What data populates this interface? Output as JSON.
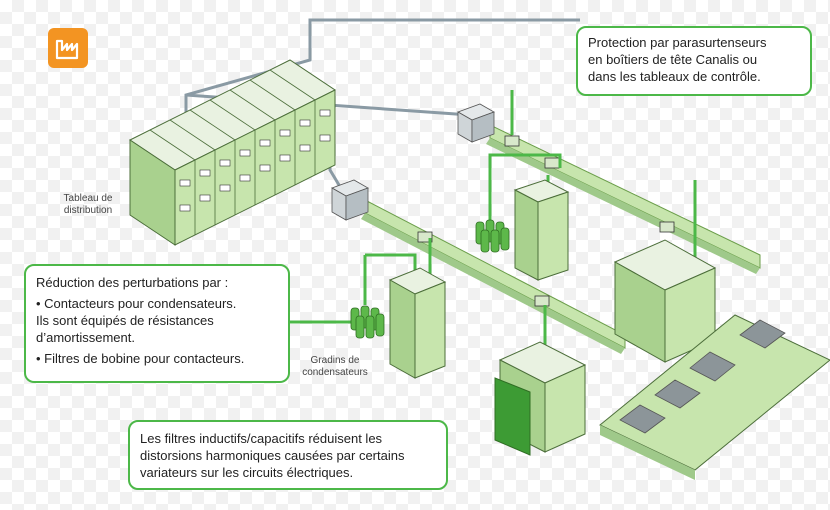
{
  "colors": {
    "accent_green": "#4cb848",
    "panel_green": "#c7e5ad",
    "factory_orange": "#f39422",
    "duct_gray": "#8a9aa4"
  },
  "icon": "factory-icon",
  "labels": {
    "distribution_board": "Tableau de\ndistribution",
    "capacitor_banks": "Gradins de\ncondensateurs"
  },
  "callouts": {
    "protection": [
      "Protection par parasurtenseurs",
      "en boîtiers de tête Canalis ou",
      "dans les tableaux de contrôle."
    ],
    "reduction": [
      "Réduction des perturbations par :",
      "• Contacteurs pour condensateurs.",
      "Ils sont équipés de résistances",
      "d’amortissement.",
      "• Filtres de bobine pour contacteurs."
    ],
    "filters": [
      "Les filtres inductifs/capacitifs réduisent les",
      "distorsions harmoniques causées par certains",
      "variateurs sur les circuits électriques."
    ]
  }
}
